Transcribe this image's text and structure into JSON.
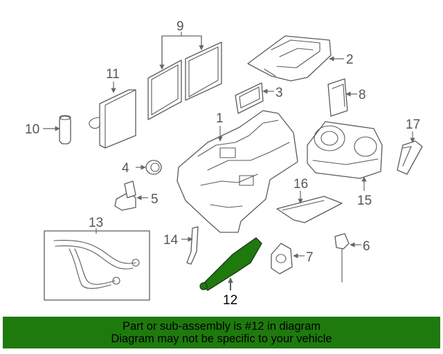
{
  "diagram": {
    "callouts": {
      "c1": "1",
      "c2": "2",
      "c3": "3",
      "c4": "4",
      "c5": "5",
      "c6": "6",
      "c7": "7",
      "c8": "8",
      "c9": "9",
      "c10": "10",
      "c11": "11",
      "c12": "12",
      "c13": "13",
      "c14": "14",
      "c15": "15",
      "c16": "16",
      "c17": "17"
    },
    "highlighted_part": "12",
    "highlight_color": "#1f7a0e",
    "line_color": "#5a5a5a"
  },
  "banner": {
    "line1": "Part or sub-assembly is #12 in diagram",
    "line2": "Diagram may not be specific to your vehicle",
    "background": "#1f7a0e"
  }
}
